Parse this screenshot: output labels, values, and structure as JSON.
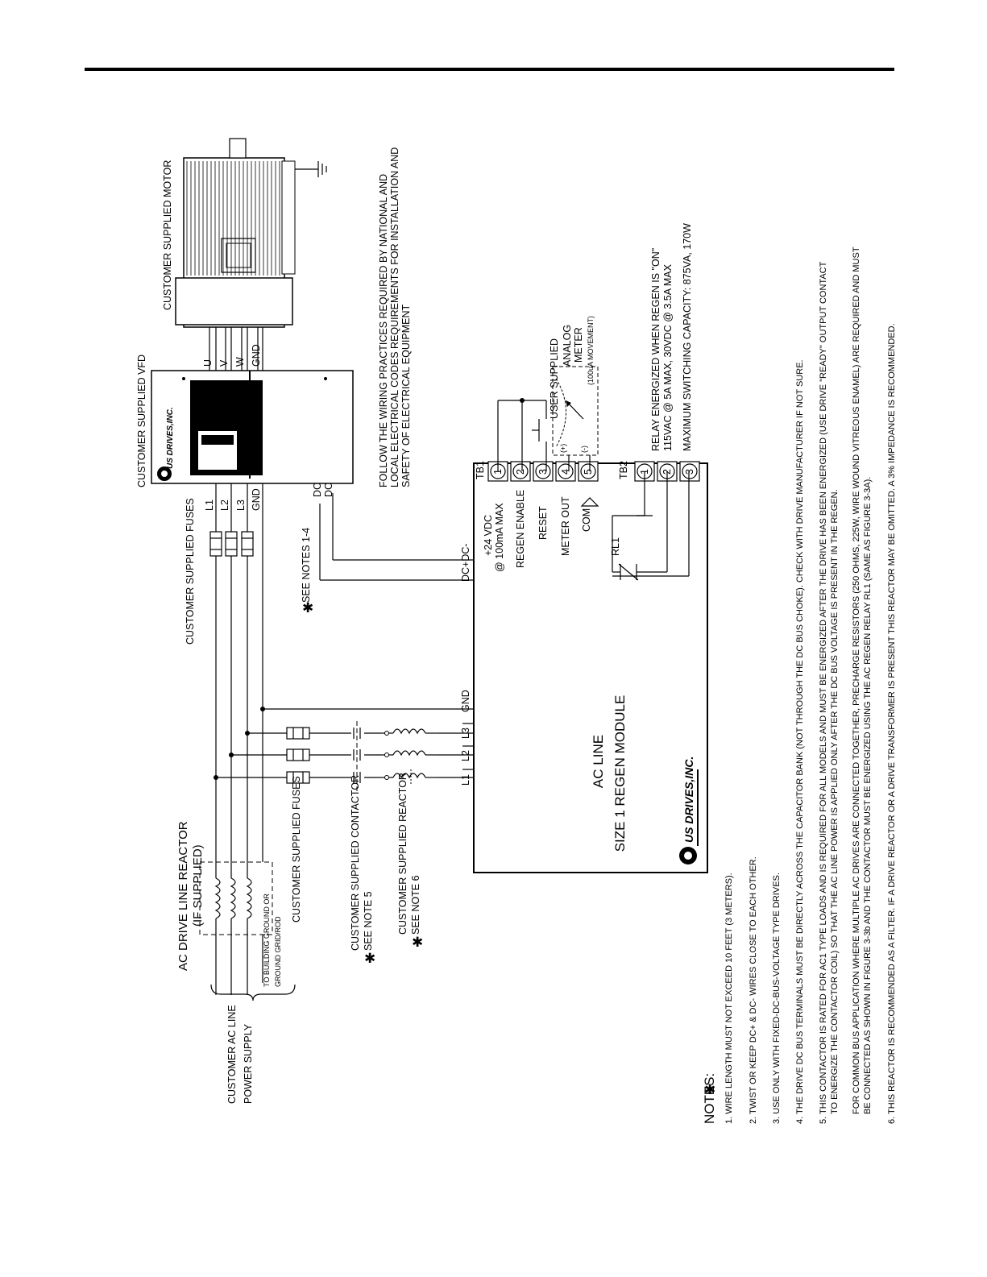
{
  "brand": "US DRIVES,INC.",
  "labels": {
    "ac_drive_line_reactor": "AC DRIVE LINE REACTOR",
    "if_supplied": "(IF SUPPLIED)",
    "customer_ac_line": "CUSTOMER AC LINE",
    "power_supply": "POWER SUPPLY",
    "to_building_ground": "TO BUILDING GROUND OR",
    "ground_grid_rod": "GROUND GRID/ROD",
    "customer_supplied_fuses_top": "CUSTOMER SUPPLIED FUSES",
    "customer_supplied_fuses_bottom": "CUSTOMER SUPPLIED FUSES",
    "customer_supplied_contactor": "CUSTOMER SUPPLIED CONTACTOR",
    "see_note_5": "SEE NOTE 5",
    "customer_supplied_reactor": "CUSTOMER SUPPLIED REACTOR",
    "see_note_6": "SEE NOTE 6",
    "see_notes_1_4": "SEE NOTES 1-4",
    "customer_supplied_vfd": "CUSTOMER SUPPLIED VFD",
    "customer_supplied_motor": "CUSTOMER SUPPLIED MOTOR",
    "follow_1": "FOLLOW THE WIRING PRACTICES REQUIRED BY NATIONAL AND",
    "follow_2": "LOCAL ELECTRICAL CODES REQUIREMENTS FOR INSTALLATION AND",
    "follow_3": "SAFETY OF ELECTRICAL EQUIPMENT",
    "module_1": "AC LINE",
    "module_2": "SIZE 1 REGEN MODULE",
    "tb1": "TB1",
    "tb2": "TB2",
    "plus24": "+24 VDC",
    "max100": "@ 100mA MAX",
    "regen_enable": "REGEN ENABLE",
    "reset": "RESET",
    "meter_out": "METER OUT",
    "com": "COM",
    "rl1": "RL1",
    "plus_sign": "(+)",
    "minus_sign": "(-)",
    "user_supplied": "USER SUPPLIED",
    "analog": "ANALOG",
    "meter": "METER",
    "movement": "(100uA MOVEMENT)",
    "relay_1": "RELAY ENERGIZED WHEN REGEN IS \"ON\"",
    "relay_2": "115VAC @ 5A MAX, 30VDC @ 3.5A MAX",
    "relay_3": "MAXIMUM SWITCHING CAPACITY: 875VA, 170W",
    "dcplus": "DC+",
    "dcminus": "DC-",
    "dcplus_dcminus": "DC+DC-",
    "gnd": "GND",
    "L1": "L1",
    "L2": "L2",
    "L3": "L3",
    "U": "U",
    "V": "V",
    "W": "W"
  },
  "notes_title": "NOTES:",
  "notes": [
    "1. WIRE LENGTH MUST NOT EXCEED 10 FEET (3 METERS).",
    "2. TWIST OR KEEP DC+ & DC- WIRES CLOSE TO EACH OTHER.",
    "3. USE ONLY WITH FIXED-DC-BUS-VOLTAGE TYPE DRIVES.",
    "4. THE DRIVE DC BUS TERMINALS MUST BE DIRECTLY ACROSS THE CAPACITOR BANK (NOT THROUGH THE DC BUS CHOKE). CHECK WITH DRIVE MANUFACTURER IF NOT SURE.",
    "5. THIS CONTACTOR IS RATED FOR AC1 TYPE LOADS AND IS REQUIRED FOR ALL MODELS AND MUST BE ENERGIZED AFTER THE DRIVE HAS BEEN ENERGIZED (USE DRIVE \"READY\" OUTPUT CONTACT",
    "TO ENERGIZE THE CONTACTOR COIL) SO THAT THE AC LINE POWER IS APPLIED ONLY AFTER THE DC BUS VOLTAGE IS PRESENT IN THE REGEN.",
    "FOR COMMON BUS APPLICATION WHERE MULTIPLE AC DRIVES ARE CONNECTED TOGETHER, PRECHARGE RESISTORS (250 OHMS, 225W, WIRE WOUND VITREOUS ENAMEL) ARE REQUIRED AND MUST",
    "BE CONNECTED AS SHOWN IN FIGURE 3-3b AND THE CONTACTOR MUST BE ENERGIZED USING THE AC REGEN RELAY RL1 (SAME AS FIGURE 3-3A).",
    "6. THIS REACTOR IS RECOMMENDED AS A FILTER.  IF A DRIVE REACTOR OR A DRIVE TRANSFORMER IS PRESENT THIS REACTOR MAY BE OMITTED. A 3% IMPEDANCE IS RECOMMENDED."
  ],
  "terminals": {
    "tb1": [
      "1",
      "2",
      "3",
      "4",
      "5"
    ],
    "tb2": [
      "1",
      "2",
      "3"
    ]
  }
}
